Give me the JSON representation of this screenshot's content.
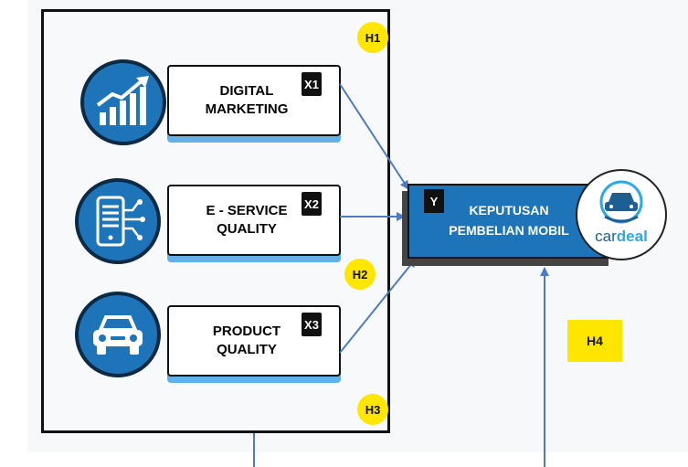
{
  "variables": {
    "x1": {
      "tag": "X1",
      "label": "DIGITAL\nMARKETING",
      "icon": "growth-chart-icon"
    },
    "x2": {
      "tag": "X2",
      "label": "E - SERVICE\nQUALITY",
      "icon": "mobile-phone-circuit-icon"
    },
    "x3": {
      "tag": "X3",
      "label": "PRODUCT\nQUALITY",
      "icon": "car-front-icon"
    },
    "y": {
      "tag": "Y",
      "label": "KEPUTUSAN\nPEMBELIAN MOBIL"
    }
  },
  "hypotheses": [
    "H1",
    "H2",
    "H3",
    "H4"
  ],
  "logo": {
    "name_part1": "car",
    "name_part2": "deal",
    "icon": "car-handshake-logo-icon"
  },
  "colors": {
    "blue": "#1e74b8",
    "light_blue": "#61b2ea",
    "arrow": "#4a7bc4",
    "badge_yellow": "#ffe600",
    "dark": "#111111"
  }
}
